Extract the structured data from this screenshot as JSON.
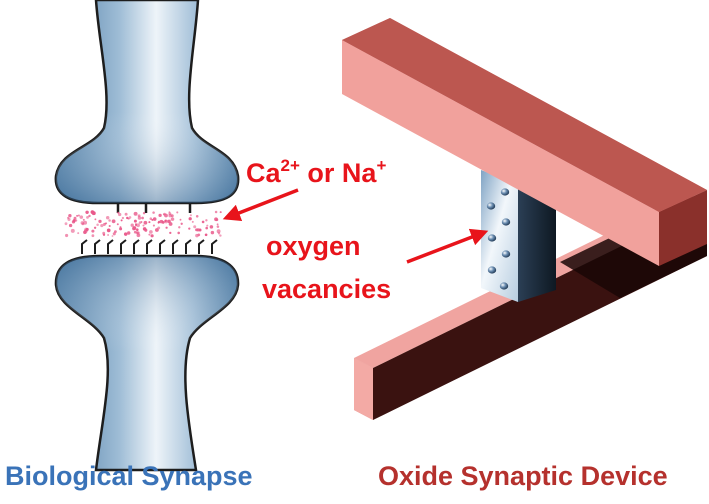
{
  "labels": {
    "ion_base_1": "Ca",
    "ion_sup_1": "2+",
    "ion_or": " or Na",
    "ion_sup_2": "+",
    "vacancies_line1": "oxygen",
    "vacancies_line2": "vacancies",
    "caption_left": "Biological Synapse",
    "caption_right": "Oxide Synaptic Device"
  },
  "colors": {
    "annotation_red": "#e8141b",
    "caption_blue": "#3a73b8",
    "caption_dark_red": "#b5312d",
    "neuron_dark": "#4f7ea7",
    "neuron_light": "#eef4f9",
    "electrode_top": "#f0a4a0",
    "electrode_front": "#c45a55",
    "electrode_side": "#7a2a27",
    "oxide_front": "#e6f0f8",
    "oxide_side": "#142130",
    "ion_pink": "#e9588a"
  },
  "icons": {
    "arrow_ion": "red-arrow-icon",
    "arrow_vacancies": "red-arrow-icon"
  }
}
